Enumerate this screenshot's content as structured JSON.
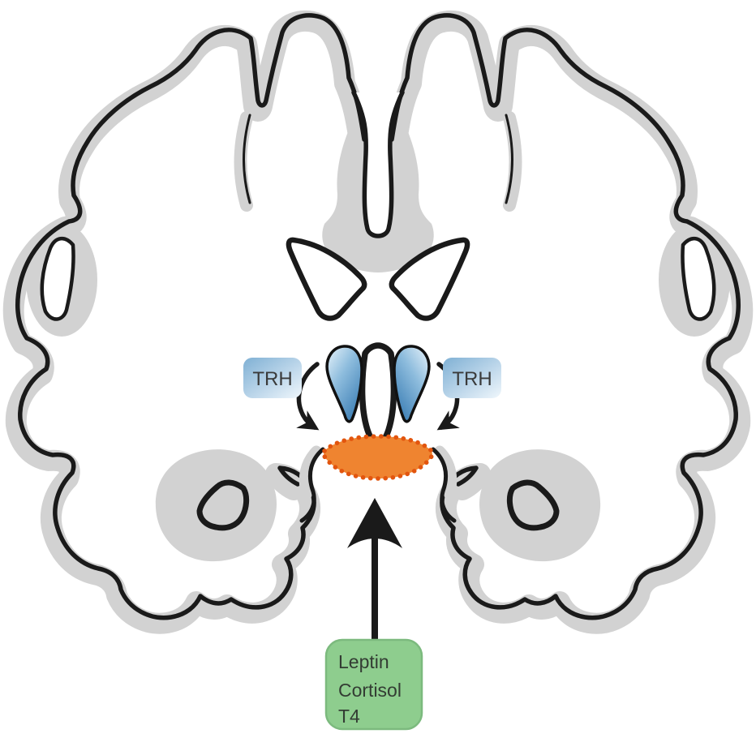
{
  "diagram": {
    "title_hidden": "",
    "type": "brain-coronal-section-hypothalamus-signaling",
    "labels": {
      "trh_left": "TRH",
      "trh_right": "TRH"
    },
    "signal_box": {
      "lines": [
        "Leptin",
        "Cortisol",
        "T4"
      ]
    },
    "regions": [
      {
        "name": "cerebral-cortex-band",
        "color": "#d2d2d2"
      },
      {
        "name": "lateral-ventricle-left",
        "color": "#ffffff"
      },
      {
        "name": "lateral-ventricle-right",
        "color": "#ffffff"
      },
      {
        "name": "third-ventricle",
        "color": "#ffffff"
      },
      {
        "name": "paraventricular-nucleus-left",
        "color": "#4a8fc0"
      },
      {
        "name": "paraventricular-nucleus-right",
        "color": "#4a8fc0"
      },
      {
        "name": "median-eminence",
        "color": "#ef8430"
      },
      {
        "name": "temporal-horn-left",
        "color": "#ffffff"
      },
      {
        "name": "temporal-horn-right",
        "color": "#ffffff"
      }
    ],
    "colors": {
      "outline_black": "#1a1a1a",
      "cortex_gray": "#d2d2d2",
      "median_eminence_orange": "#ef8430",
      "median_eminence_dots": "#e2550e",
      "nucleus_blue_dark": "#3d7fb5",
      "nucleus_blue_light": "#e8f3fb",
      "trh_box_blue": "#7fb0d4",
      "signal_box_green": "#8ecd8e"
    }
  }
}
